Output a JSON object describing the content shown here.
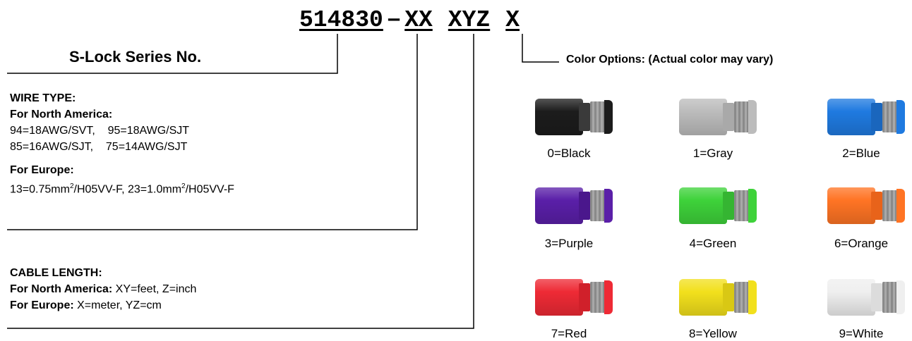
{
  "part_number": {
    "series": "514830",
    "dash": "–",
    "wire": "XX",
    "length": "XYZ",
    "color": "X"
  },
  "series_label": "S-Lock Series No.",
  "wire_type": {
    "heading": "WIRE TYPE:",
    "na_heading": "For North America:",
    "na_line1": "94=18AWG/SVT,    95=18AWG/SJT",
    "na_line2": "85=16AWG/SJT,    75=14AWG/SJT",
    "eu_heading": "For Europe:",
    "eu_part1": "13=0.75mm",
    "eu_sup1": "2",
    "eu_part2": "/H05VV-F, 23=1.0mm",
    "eu_sup2": "2",
    "eu_part3": "/H05VV-F"
  },
  "cable_length": {
    "heading": "CABLE LENGTH:",
    "na_label": "For North America:",
    "na_value": " XY=feet, Z=inch",
    "eu_label": "For Europe:",
    "eu_value": " X=meter, YZ=cm"
  },
  "color_options_label": "Color Options: (Actual color may vary)",
  "colors": [
    {
      "label": "0=Black",
      "hex": "#1c1c1c",
      "neck": "#3a3a3a"
    },
    {
      "label": "1=Gray",
      "hex": "#bcbcbc",
      "neck": "#a9a9a9"
    },
    {
      "label": "2=Blue",
      "hex": "#1f7ae0",
      "neck": "#1a66bd"
    },
    {
      "label": "3=Purple",
      "hex": "#5a1fa8",
      "neck": "#4a178c"
    },
    {
      "label": "4=Green",
      "hex": "#3ed23a",
      "neck": "#35b532"
    },
    {
      "label": "6=Orange",
      "hex": "#ff7424",
      "neck": "#e8631a"
    },
    {
      "label": "7=Red",
      "hex": "#ee2a35",
      "neck": "#d0202a"
    },
    {
      "label": "8=Yellow",
      "hex": "#f2e01c",
      "neck": "#d9c814"
    },
    {
      "label": "9=White",
      "hex": "#efefef",
      "neck": "#dcdcdc"
    }
  ]
}
